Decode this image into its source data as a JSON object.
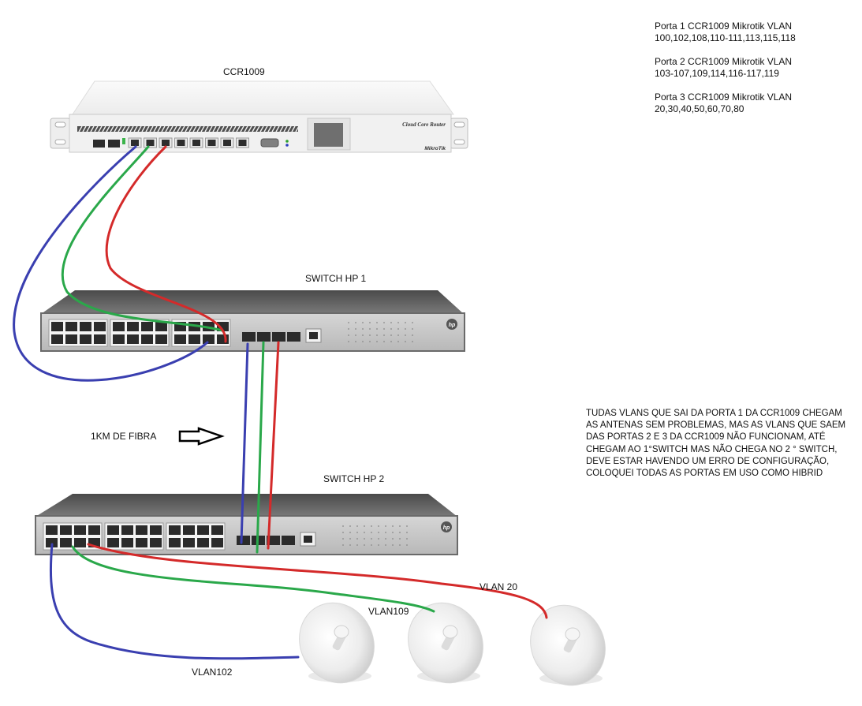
{
  "devices": {
    "router": {
      "label": "CCR1009",
      "brand": "MikroTik",
      "model_text": "Cloud Core Router",
      "ethernet_ports": 8,
      "sfp_ports": 2
    },
    "switch1": {
      "label": "SWITCH HP 1",
      "rj45_ports": 24,
      "sfp_ports": 4
    },
    "switch2": {
      "label": "SWITCH HP 2",
      "rj45_ports": 24,
      "sfp_ports": 4
    }
  },
  "port_notes": [
    {
      "title": "Porta 1 CCR1009 Mikrotik VLAN",
      "vlans": "100,102,108,110-111,113,115,118"
    },
    {
      "title": "Porta 2 CCR1009 Mikrotik VLAN",
      "vlans": "103-107,109,114,116-117,119"
    },
    {
      "title": "Porta 3 CCR1009 Mikrotik VLAN",
      "vlans": "20,30,40,50,60,70,80"
    }
  ],
  "fiber_label": "1KM DE FIBRA",
  "description_lines": [
    "TUDAS VLANS QUE SAI DA PORTA 1 DA CCR1009 CHEGAM",
    "AS ANTENAS SEM PROBLEMAS, MAS AS VLANS QUE SAEM",
    "DAS PORTAS 2 E 3 DA CCR1009 NÃO FUNCIONAM, ATÉ",
    "CHEGAM AO 1°SWITCH MAS NÃO CHEGA NO 2 ° SWITCH,",
    "DEVE ESTAR HAVENDO UM ERRO DE CONFIGURAÇÃO,",
    "COLOQUEI TODAS AS PORTAS EM USO COMO HIBRID"
  ],
  "antennas": [
    {
      "vlan_label": "VLAN102",
      "cable_color": "#3a3fb0"
    },
    {
      "vlan_label": "VLAN109",
      "cable_color": "#2aa84a"
    },
    {
      "vlan_label": "VLAN 20",
      "cable_color": "#d42a2a"
    }
  ],
  "colors": {
    "port1": "#3a3fb0",
    "port2": "#2aa84a",
    "port3": "#d42a2a"
  }
}
